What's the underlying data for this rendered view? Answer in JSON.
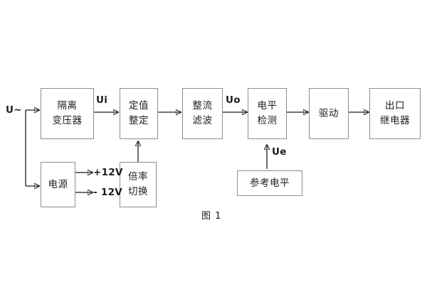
{
  "diagram": {
    "caption": "图 1",
    "input_label": "U~",
    "blocks": [
      {
        "id": "isolation-transformer",
        "lines": [
          "隔离",
          "变压器"
        ]
      },
      {
        "id": "setting-value",
        "lines": [
          "定值",
          "整定"
        ]
      },
      {
        "id": "rectify-filter",
        "lines": [
          "整流",
          "滤波"
        ]
      },
      {
        "id": "level-detect",
        "lines": [
          "电平",
          "检测"
        ]
      },
      {
        "id": "drive",
        "lines": [
          "驱动"
        ]
      },
      {
        "id": "output-relay",
        "lines": [
          "出口",
          "继电器"
        ]
      },
      {
        "id": "power-supply",
        "lines": [
          "电源"
        ]
      },
      {
        "id": "multiplier-switch",
        "lines": [
          "倍率",
          "切换"
        ]
      },
      {
        "id": "reference-level",
        "lines": [
          "参考电平"
        ]
      }
    ],
    "signals": {
      "ui": "Ui",
      "uo": "Uo",
      "ue": "Ue",
      "pos12v": "+12V",
      "neg12v": "- 12V"
    },
    "colors": {
      "block_border": "#8d8d8d",
      "wire": "#1c1c1c",
      "text": "#1c1c1c",
      "background": "#ffffff"
    }
  }
}
